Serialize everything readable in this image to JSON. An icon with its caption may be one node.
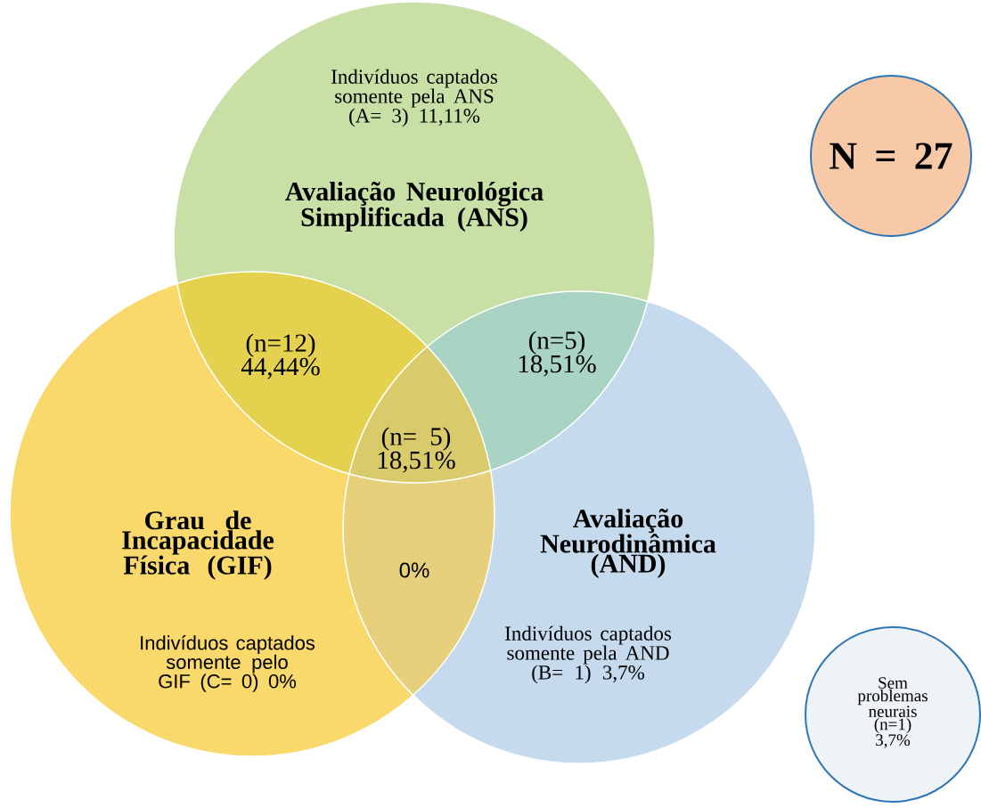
{
  "diagram": {
    "nodes": [
      {
        "text": [
          "Indivíduos captados somente pela ANS (A= 3) 11,11%",
          "Avaliação Neurológica Simplificada (ANS)"
        ]
      },
      {
        "text": [
          "Grau de Incapacidade Física (GIF)",
          "Indivíduos captados somente pelo GIF (C= 0) 0%"
        ]
      },
      {
        "text": [
          "Avaliação Neurodinâmica (AND)",
          "Indivíduos captados somente pela AND (B= 1) 3,7%"
        ]
      },
      {
        "text": [
          "N = 27"
        ]
      },
      {
        "text": [
          "Sem problemas neurais (n=1) 3,7%"
        ]
      }
    ],
    "labels": [
      "(n=12) 44,44%",
      "(n=5) 18,51%",
      "(n= 5) 18,51%",
      "0%"
    ]
  }
}
